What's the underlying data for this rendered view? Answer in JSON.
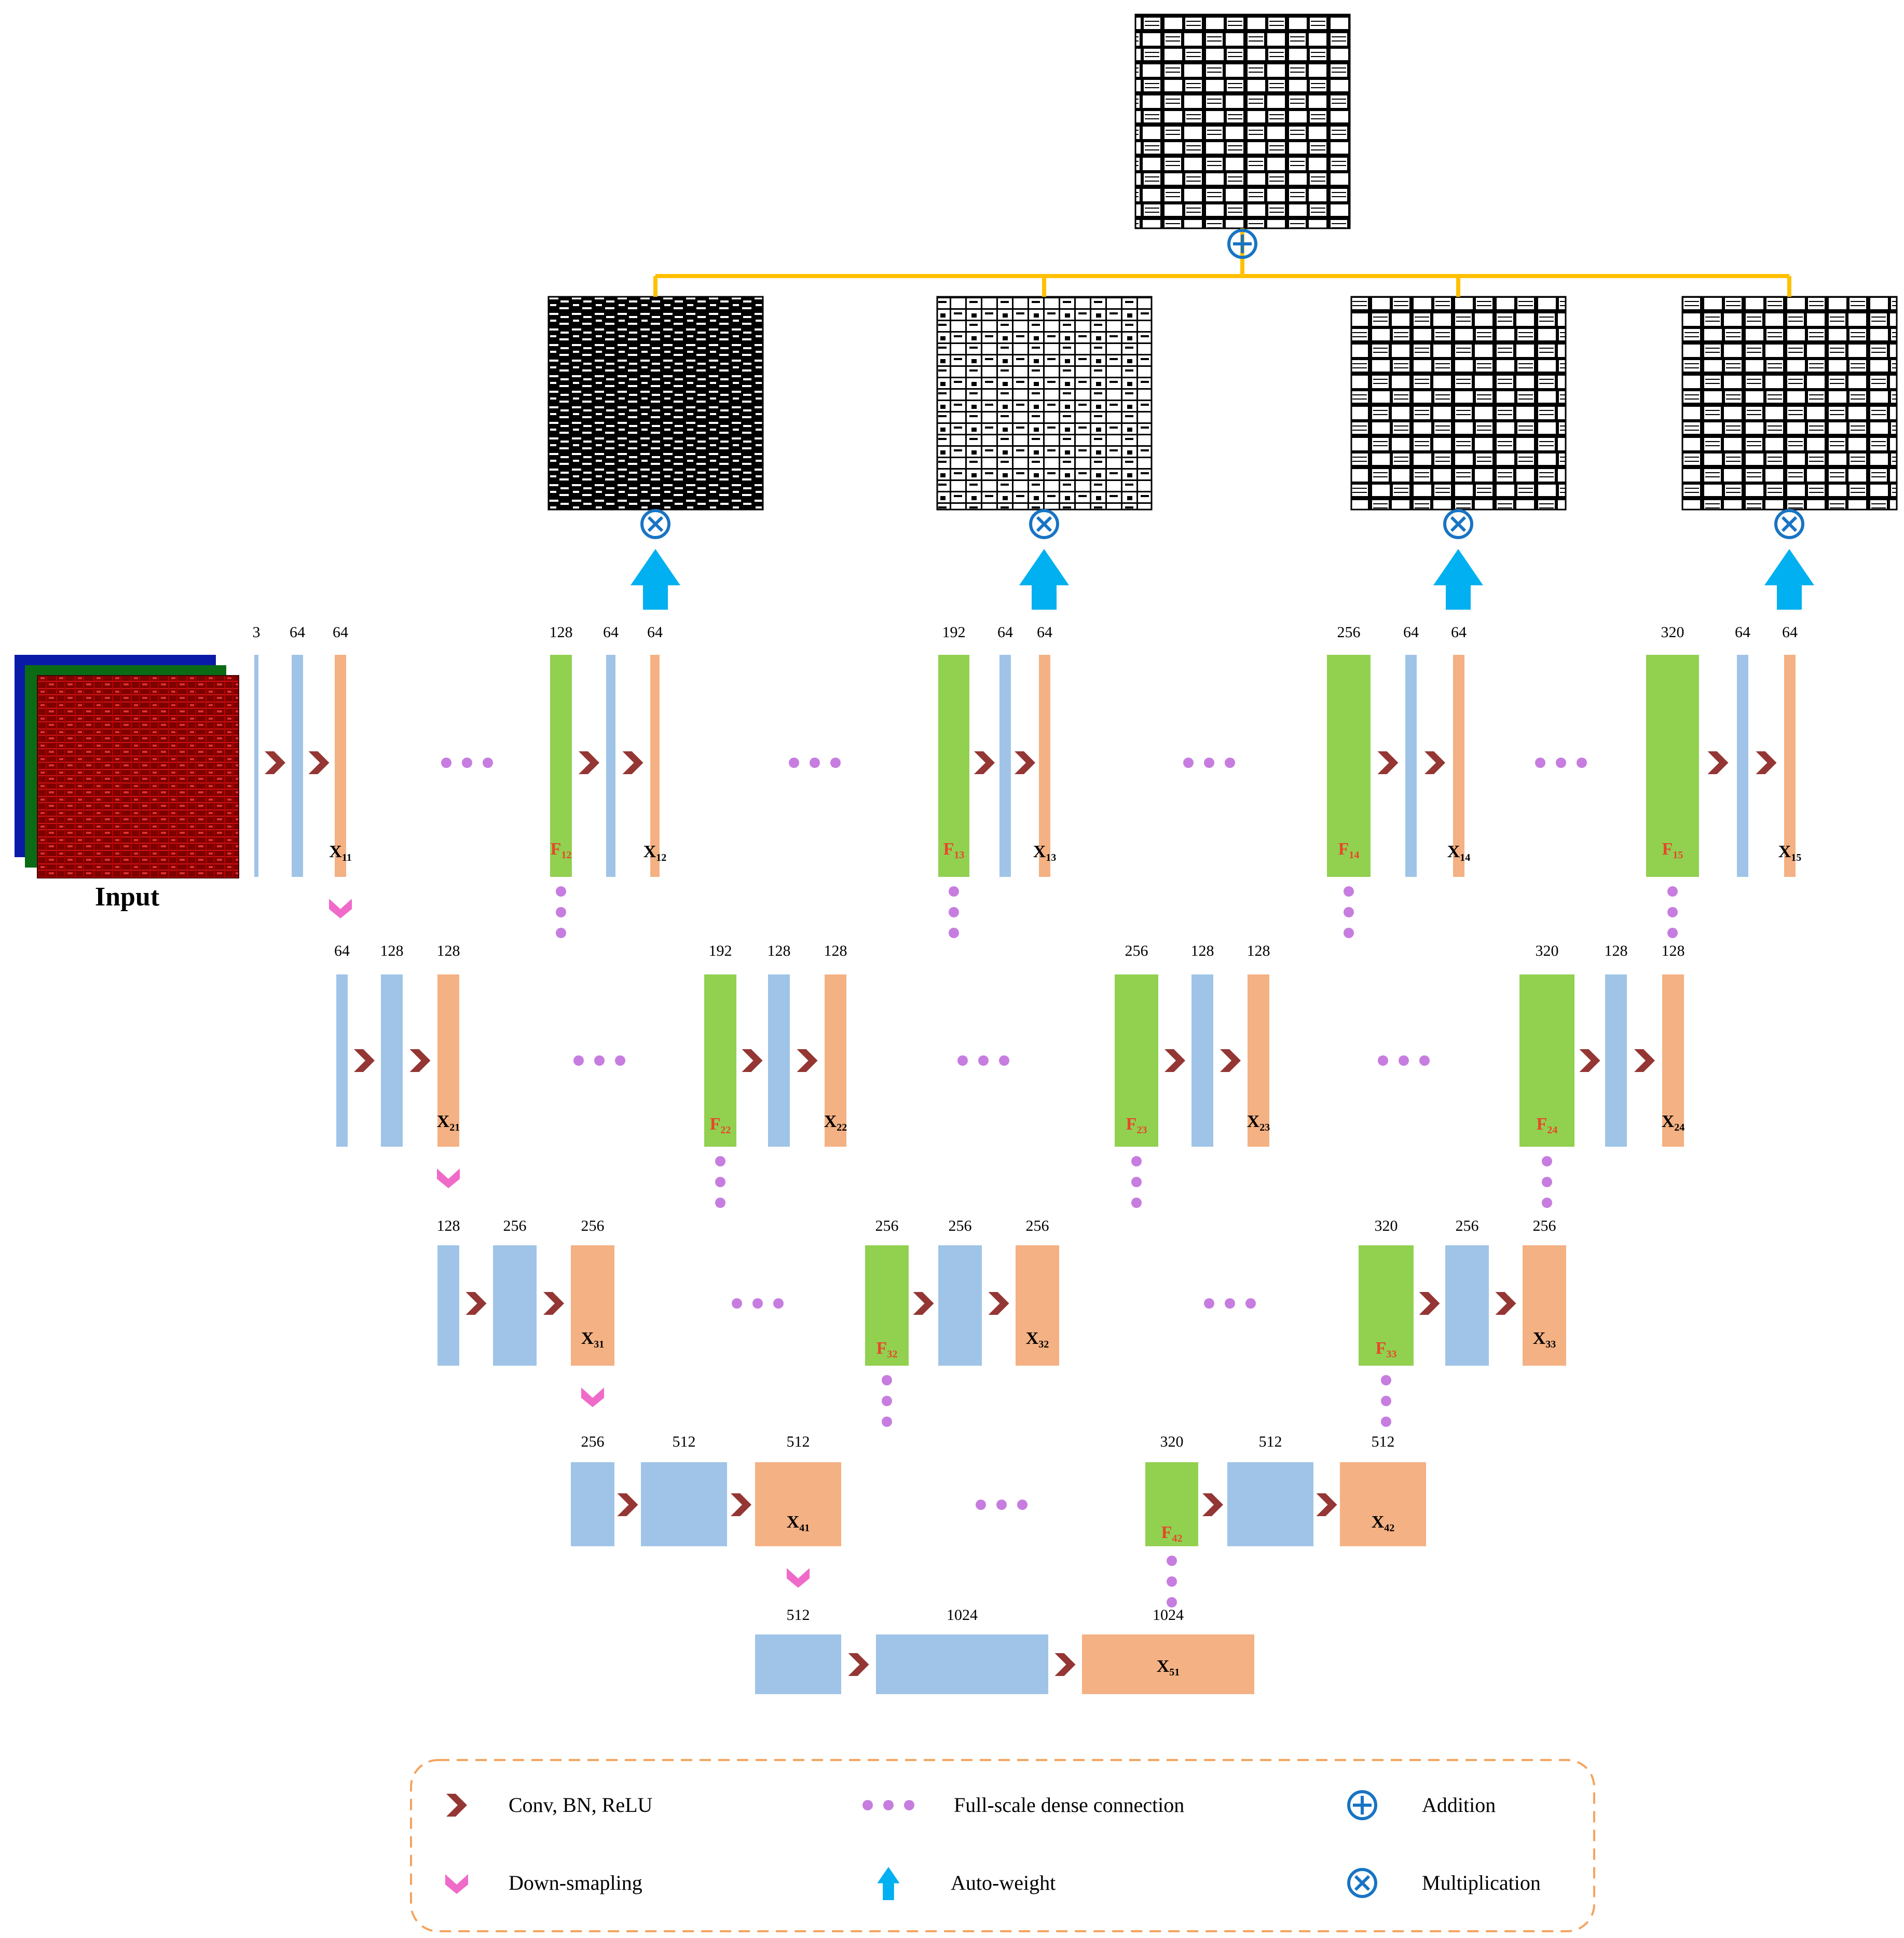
{
  "input_label": "Input",
  "colors": {
    "blue": "#9fc4e7",
    "orange": "#f4b183",
    "green": "#92d050",
    "arrow": "#943634",
    "down": "#f06ac9",
    "dots": "#c77ddf",
    "yellow": "#ffc000",
    "auto_weight": "#00b0f0",
    "op_circle": "#1874c4",
    "f_label": "#e8462a",
    "legend_border": "#f4a460"
  },
  "levels": [
    {
      "channels": [
        "3",
        "64",
        "64"
      ],
      "f": [
        {
          "label": "F12",
          "channels": [
            "128",
            "64",
            "64"
          ],
          "x_label": "X12"
        },
        {
          "label": "F13",
          "channels": [
            "192",
            "64",
            "64"
          ],
          "x_label": "X13"
        },
        {
          "label": "F14",
          "channels": [
            "256",
            "64",
            "64"
          ],
          "x_label": "X14"
        },
        {
          "label": "F15",
          "channels": [
            "320",
            "64",
            "64"
          ],
          "x_label": "X15"
        }
      ],
      "x_label": "X11"
    },
    {
      "channels": [
        "64",
        "128",
        "128"
      ],
      "f": [
        {
          "label": "F22",
          "channels": [
            "192",
            "128",
            "128"
          ],
          "x_label": "X22"
        },
        {
          "label": "F23",
          "channels": [
            "256",
            "128",
            "128"
          ],
          "x_label": "X23"
        },
        {
          "label": "F24",
          "channels": [
            "320",
            "128",
            "128"
          ],
          "x_label": "X24"
        }
      ],
      "x_label": "X21"
    },
    {
      "channels": [
        "128",
        "256",
        "256"
      ],
      "f": [
        {
          "label": "F32",
          "channels": [
            "256",
            "256",
            "256"
          ],
          "x_label": "X32"
        },
        {
          "label": "F33",
          "channels": [
            "320",
            "256",
            "256"
          ],
          "x_label": "X33"
        }
      ],
      "x_label": "X31"
    },
    {
      "channels": [
        "256",
        "512",
        "512"
      ],
      "f": [
        {
          "label": "F42",
          "channels": [
            "320",
            "512",
            "512"
          ],
          "x_label": "X42"
        }
      ],
      "x_label": "X41"
    },
    {
      "channels": [
        "512",
        "1024",
        "1024"
      ],
      "f": [],
      "x_label": "X51"
    }
  ],
  "legend": {
    "conv": "Conv, BN, ReLU",
    "dense": "Full-scale dense connection",
    "addition": "Addition",
    "down": "Down-smapling",
    "auto_weight": "Auto-weight",
    "multiplication": "Multiplication"
  }
}
